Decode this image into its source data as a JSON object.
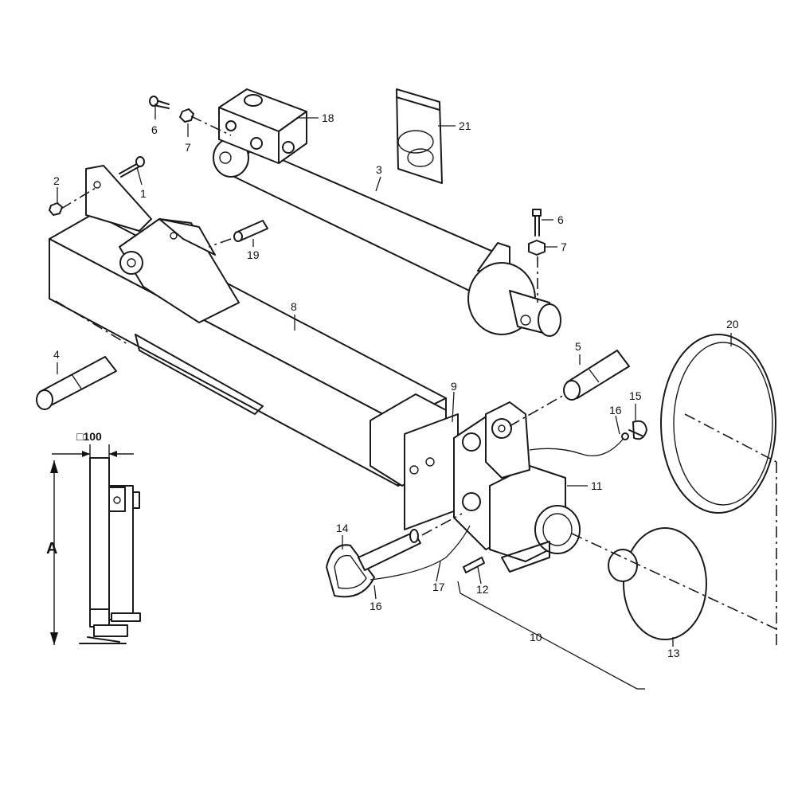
{
  "diagram": {
    "callouts": {
      "c1": "1",
      "c2": "2",
      "c3": "3",
      "c4": "4",
      "c5": "5",
      "c6a": "6",
      "c6b": "6",
      "c7a": "7",
      "c7b": "7",
      "c8": "8",
      "c9": "9",
      "c10": "10",
      "c11": "11",
      "c12": "12",
      "c13": "13",
      "c14": "14",
      "c15": "15",
      "c16a": "16",
      "c16b": "16",
      "c17": "17",
      "c18": "18",
      "c19": "19",
      "c20": "20",
      "c21": "21"
    },
    "inset": {
      "dimension_label": "□100",
      "height_label": "A"
    }
  }
}
